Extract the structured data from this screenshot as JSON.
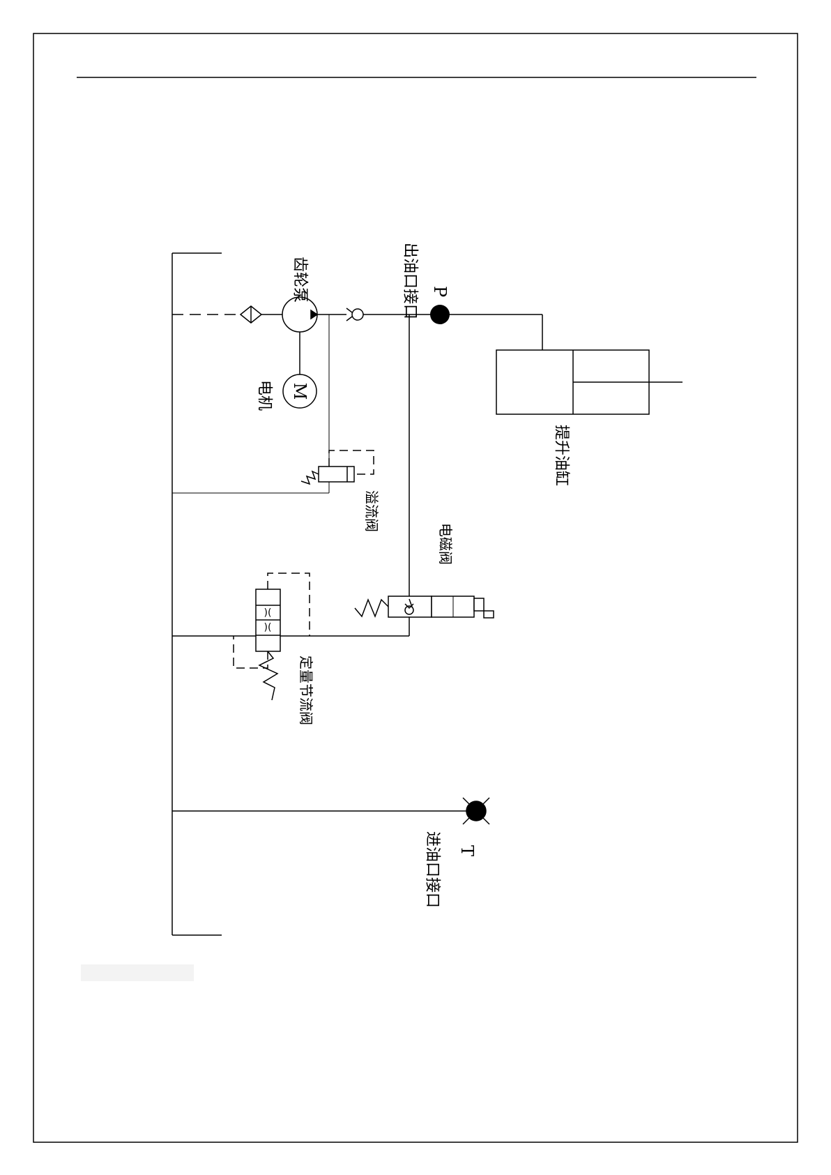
{
  "diagram": {
    "title": "",
    "labels": {
      "gear_pump": "齿轮泵",
      "motor_symbol": "M",
      "motor": "电机",
      "outlet_letter": "P",
      "outlet_port": "出油口接口",
      "lift_cylinder": "提升油缸",
      "relief_valve": "溢流阀",
      "solenoid_valve": "电磁阀",
      "flow_valve": "定量节流阀",
      "inlet_letter": "T",
      "inlet_port": "进油口接口"
    }
  }
}
